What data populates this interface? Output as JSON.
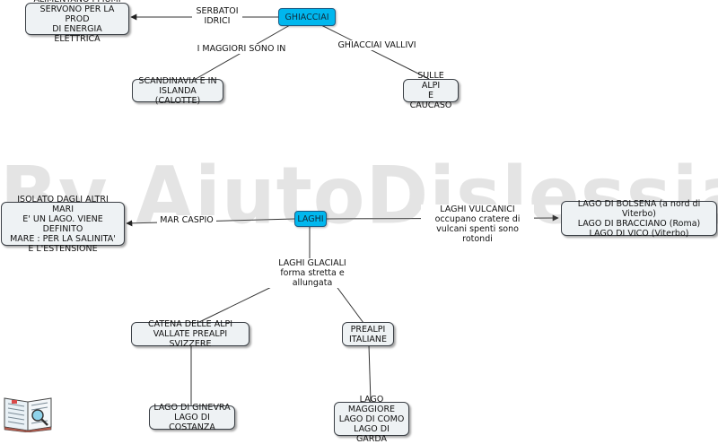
{
  "watermark": "By AiutoDislessia.net",
  "nodes": {
    "ghiacciai": "GHIACCIAI",
    "fiumi": "ALIMENTANO I FIUMI\nSERVONO PER LA PROD\nDI ENERGIA ELETTRICA",
    "scandinavia": "SCANDINAVIA E IN\nISLANDA (CALOTTE)",
    "alpi_caucaso": "SULLE ALPI\nE CAUCASO",
    "laghi": "LAGHI",
    "caspio": "ISOLATO DAGLI ALTRI MARI\nE' UN LAGO. VIENE DEFINITO\nMARE : PER LA SALINITA'\nE L'ESTENSIONE",
    "vulcanici": "LAGO DI BOLSENA (a nord di Viterbo)\nLAGO DI BRACCIANO (Roma)\nLAGO DI VICO (Viterbo)",
    "catena_alpi": "CATENA DELLE ALPI\nVALLATE PREALPI SVIZZERE",
    "prealpi": "PREALPI\nITALIANE",
    "ginevra": "LAGO DI GINEVRA\nLAGO DI COSTANZA",
    "maggiore": "LAGO MAGGIORE\nLAGO DI COMO\nLAGO DI GARDA"
  },
  "links": {
    "serbatoi": "SERBATOI\nIDRICI",
    "maggiori": "I MAGGIORI SONO IN",
    "vallivi": "GHIACCIAI VALLIVI",
    "mar_caspio": "MAR CASPIO",
    "vulcanici": "LAGHI VULCANICI\noccupano cratere di\nvulcani spenti sono rotondi",
    "glaciali": "LAGHI GLACIALI\nforma stretta e allungata"
  }
}
